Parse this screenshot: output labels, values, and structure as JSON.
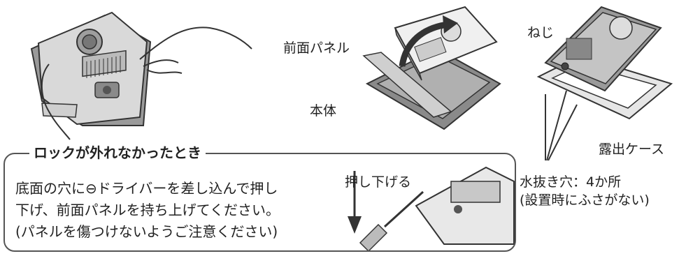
{
  "labels": {
    "front_panel": "前面パネル",
    "main_body": "本体",
    "screw": "ねじ",
    "surface_case": "露出ケース",
    "drain_holes": "水抜き穴：4か所",
    "drain_note": "(設置時にふさがない)",
    "push_down": "押し下げる"
  },
  "note": {
    "title": "ロックが外れなかったとき",
    "lines": [
      "底面の穴に⊖ドライバーを差し込んで押し",
      "下げ、前面パネルを持ち上げてください。",
      "(パネルを傷つけないようご注意ください)"
    ]
  },
  "colors": {
    "line": "#333333",
    "panel_light": "#f2f2f2",
    "panel_mid": "#bdbdbd",
    "panel_dark": "#8a8a8a",
    "frame": "#555555"
  }
}
